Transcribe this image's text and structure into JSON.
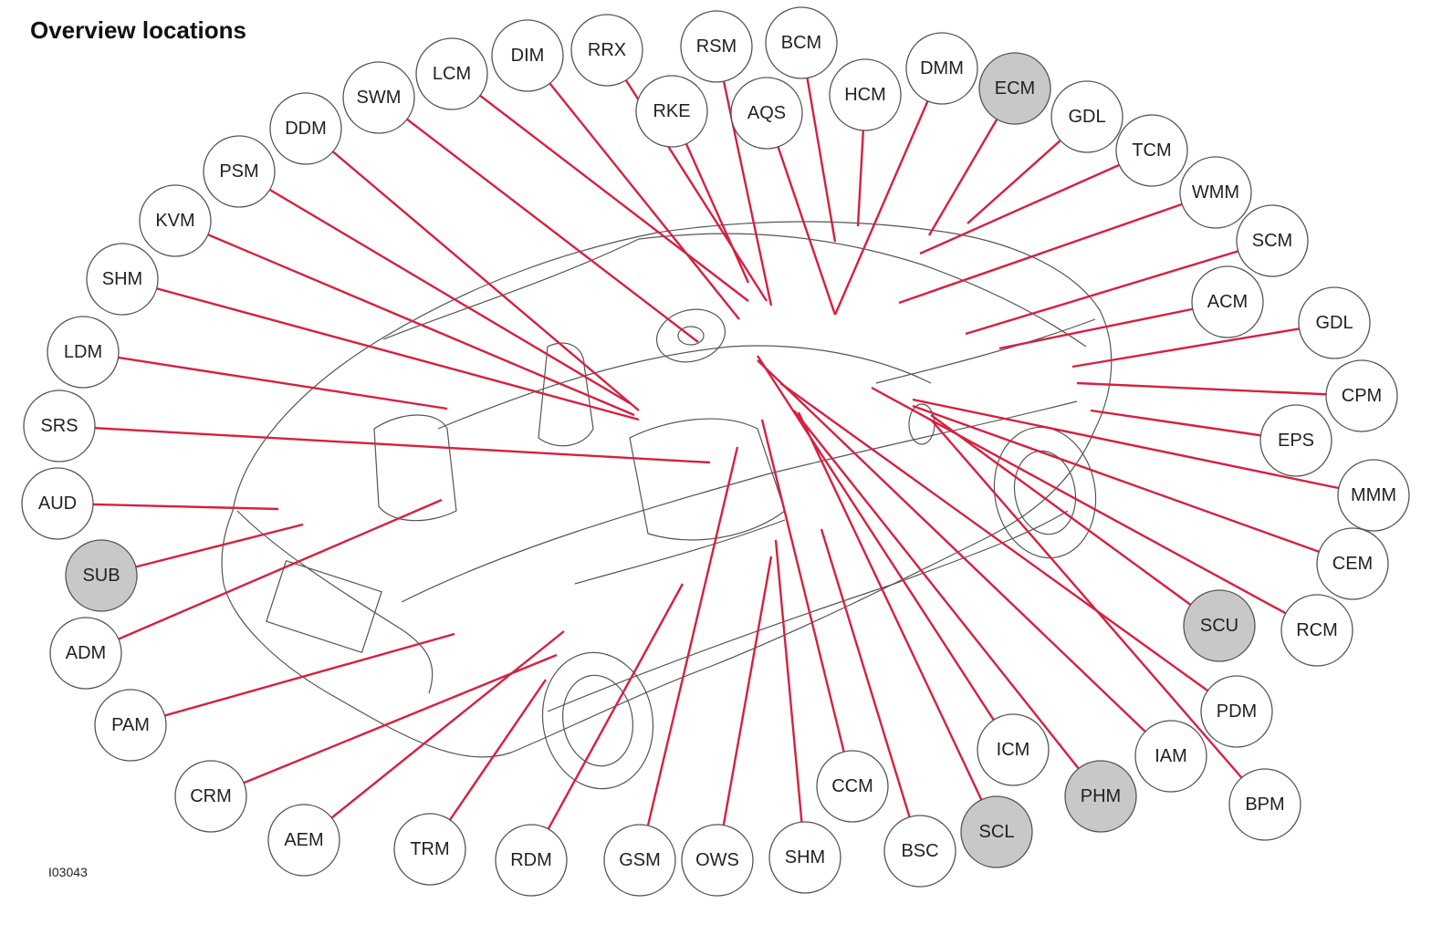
{
  "title": "Overview locations",
  "figure_id": "I03043",
  "colors": {
    "leader_line": "#d6203f",
    "bubble_fill": "#ffffff",
    "bubble_highlight": "#c8c8c8"
  },
  "modules": [
    {
      "label": "LCM",
      "highlight": false
    },
    {
      "label": "DIM",
      "highlight": false
    },
    {
      "label": "RRX",
      "highlight": false
    },
    {
      "label": "RSM",
      "highlight": false
    },
    {
      "label": "BCM",
      "highlight": false
    },
    {
      "label": "DMM",
      "highlight": false
    },
    {
      "label": "ECM",
      "highlight": true
    },
    {
      "label": "SWM",
      "highlight": false
    },
    {
      "label": "RKE",
      "highlight": false
    },
    {
      "label": "AQS",
      "highlight": false
    },
    {
      "label": "HCM",
      "highlight": false
    },
    {
      "label": "GDL",
      "highlight": false
    },
    {
      "label": "DDM",
      "highlight": false
    },
    {
      "label": "TCM",
      "highlight": false
    },
    {
      "label": "PSM",
      "highlight": false
    },
    {
      "label": "WMM",
      "highlight": false
    },
    {
      "label": "KVM",
      "highlight": false
    },
    {
      "label": "SCM",
      "highlight": false
    },
    {
      "label": "SHM",
      "highlight": false
    },
    {
      "label": "ACM",
      "highlight": false
    },
    {
      "label": "GDL",
      "highlight": false
    },
    {
      "label": "LDM",
      "highlight": false
    },
    {
      "label": "CPM",
      "highlight": false
    },
    {
      "label": "SRS",
      "highlight": false
    },
    {
      "label": "EPS",
      "highlight": false
    },
    {
      "label": "AUD",
      "highlight": false
    },
    {
      "label": "MMM",
      "highlight": false
    },
    {
      "label": "SUB",
      "highlight": true
    },
    {
      "label": "CEM",
      "highlight": false
    },
    {
      "label": "ADM",
      "highlight": false
    },
    {
      "label": "SCU",
      "highlight": true
    },
    {
      "label": "RCM",
      "highlight": false
    },
    {
      "label": "PAM",
      "highlight": false
    },
    {
      "label": "PDM",
      "highlight": false
    },
    {
      "label": "ICM",
      "highlight": false
    },
    {
      "label": "IAM",
      "highlight": false
    },
    {
      "label": "CRM",
      "highlight": false
    },
    {
      "label": "CCM",
      "highlight": false
    },
    {
      "label": "PHM",
      "highlight": true
    },
    {
      "label": "BPM",
      "highlight": false
    },
    {
      "label": "AEM",
      "highlight": false
    },
    {
      "label": "SCL",
      "highlight": true
    },
    {
      "label": "BSC",
      "highlight": false
    },
    {
      "label": "TRM",
      "highlight": false
    },
    {
      "label": "RDM",
      "highlight": false
    },
    {
      "label": "GSM",
      "highlight": false
    },
    {
      "label": "OWS",
      "highlight": false
    },
    {
      "label": "SHM",
      "highlight": false
    }
  ]
}
